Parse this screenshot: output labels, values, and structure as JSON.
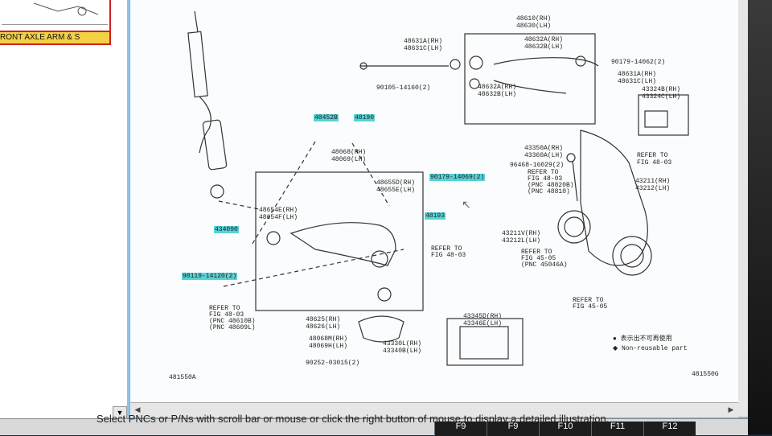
{
  "thumbnail": {
    "title": "RONT AXLE ARM & S"
  },
  "status": {
    "message": "Select PNCs or P/Ns with scroll bar or mouse or click the right button of mouse to display a detailed illustration.",
    "fkeys": [
      "F9",
      "F9",
      "F10",
      "F11",
      "F12"
    ]
  },
  "drawing": {
    "labels": {
      "l48610": "48610(RH)",
      "l48630": "48630(LH)",
      "l48631a": "48631A(RH)",
      "l48631c": "48631C(LH)",
      "l48632a": "48632A(RH)",
      "l48632b": "48632B(LH)",
      "l90179_14062": "90179-14062(2)",
      "l48631a2": "48631A(RH)",
      "l48631c2": "48631C(LH)",
      "l90105": "90105-14160(2)",
      "l48632a2": "48632A(RH)",
      "l48632b2": "48632B(LH)",
      "l43324b": "43324B(RH)",
      "l43324c": "43324C(LH)",
      "l48452b": "48452B",
      "l48190a": "48190",
      "l48068": "48068(RH)",
      "l48069": "48069(LH)",
      "l48655d": "48655D(RH)",
      "l48655e": "48655E(LH)",
      "l90179_14069": "90179-14069(2)",
      "l48193": "48193",
      "l48654e": "48654E(RH)",
      "l48654f": "48654F(LH)",
      "l434090": "434090",
      "l90119": "90119-14120(2)",
      "l43350a": "43350A(RH)",
      "l43360a": "43360A(LH)",
      "l96468": "96468-16029(2)",
      "lrefer1a": "REFER TO",
      "lrefer1b": "FIG 48-03",
      "lrefer2a": "REFER TO",
      "lrefer2b": "FIG 48-03",
      "lrefer2c": "(PNC 48820B)",
      "lrefer2d": "(PNC 48810)",
      "l43211": "43211(RH)",
      "l43212": "43212(LH)",
      "l43211v": "43211V(RH)",
      "l43212l": "43212L(LH)",
      "lrefer3a": "REFER TO",
      "lrefer3b": "FIG 45-05",
      "lrefer3c": "(PNC 45046A)",
      "lrefer4a": "REFER TO",
      "lrefer4b": "FIG 45-05",
      "lrefer5a": "REFER TO",
      "lrefer5b": "FIG 48-03",
      "lrefer6a": "REFER TO",
      "lrefer6b": "FIG 48-03",
      "lrefer6c": "(PNC 48610B)",
      "lrefer6d": "(PNC 48609L)",
      "l48625": "48625(RH)",
      "l48626": "48626(LH)",
      "l48068m": "48068M(RH)",
      "l48069h": "48069H(LH)",
      "l43345d": "43345D(RH)",
      "l43346e": "43346E(LH)",
      "l43330l": "43330L(RH)",
      "l43340b": "43340B(LH)",
      "l90252": "90252-03015(2)",
      "legend1": "● 表示出不可再使用",
      "legend2": "◆ Non-reusable part",
      "code_left": "481550A",
      "code_right": "481550G"
    }
  }
}
